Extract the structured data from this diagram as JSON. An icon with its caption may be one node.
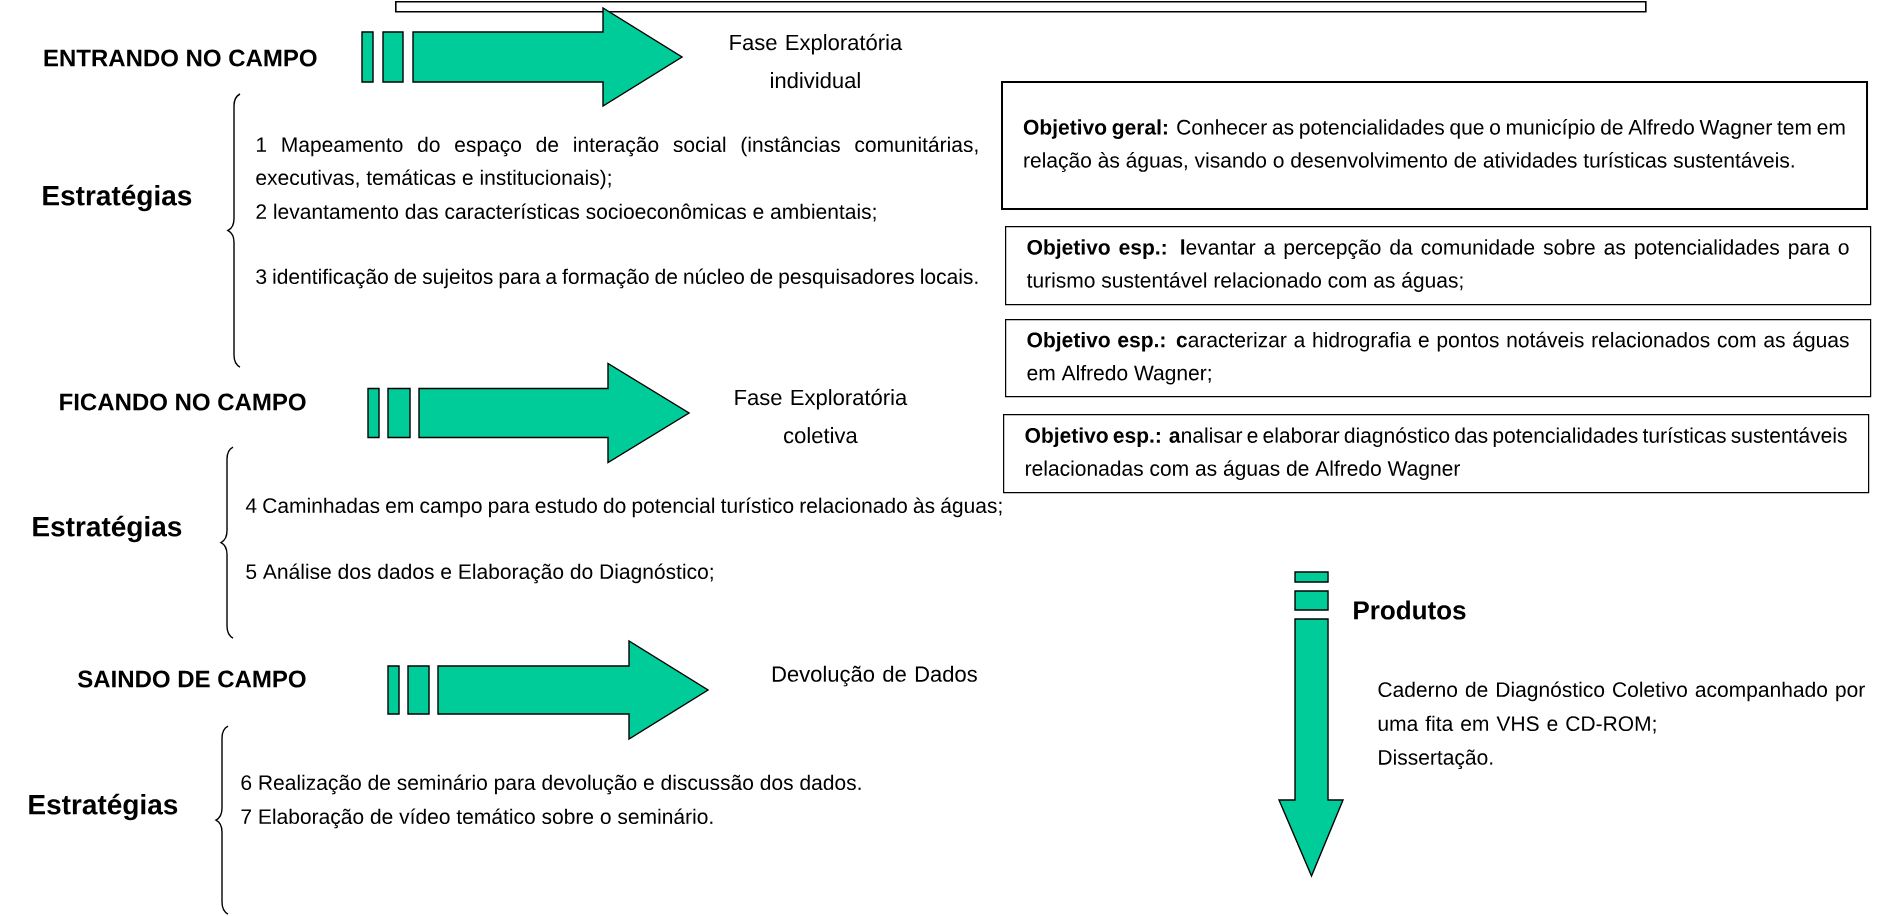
{
  "diagram": {
    "nodes": [
      {
        "text": [],
        "shape": "box"
      },
      {
        "text": [
          "ENTRANDO NO CAMPO"
        ]
      },
      {
        "text": [
          "Fase Exploratória individual"
        ]
      },
      {
        "text": [
          "FICANDO NO CAMPO"
        ]
      },
      {
        "text": [
          "Fase Exploratória coletiva"
        ]
      },
      {
        "text": [
          "SAINDO DE CAMPO"
        ]
      },
      {
        "text": [
          "Devolução de Dados"
        ]
      },
      {
        "text": [
          "**Objetivo geral:** Conhecer as potencialidades que o município de Alfredo Wagner tem em relação às águas, visando o desenvolvimento de atividades turísticas sustentáveis."
        ]
      },
      {
        "text": [
          "**Objetivo esp.: l**evantar a percepção da comunidade sobre as potencialidades para o turismo sustentável relacionado com as águas;"
        ]
      },
      {
        "text": [
          "**Objetivo esp.: c**aracterizar a hidrografia e pontos notáveis relacionados com as águas em Alfredo Wagner;"
        ]
      },
      {
        "text": [
          "**Objetivo esp.: a**nalisar e elaborar diagnóstico das potencialidades turísticas sustentáveis relacionadas com as águas de Alfredo Wagner"
        ]
      }
    ],
    "edges": [
      {
        "from": 1,
        "to": 2,
        "arrow": "to"
      },
      {
        "from": 3,
        "to": 4,
        "arrow": "to"
      },
      {
        "from": 5,
        "to": 6,
        "arrow": "to"
      }
    ],
    "labels": [
      "Estratégias",
      "1 Mapeamento do espaço de interação social (instâncias comunitárias, executivas, temáticas e institucionais);",
      "2 levantamento das características socioeconômicas e ambientais;",
      "3 identificação de sujeitos para a formação de núcleo de pesquisadores locais.",
      "Estratégias",
      "4 Caminhadas em campo para estudo do potencial turístico relacionado às águas;",
      "5 Análise dos dados e Elaboração do Diagnóstico;",
      "Estratégias",
      "6 Realização de seminário para devolução e discussão dos dados.",
      "7 Elaboração de vídeo temático sobre o seminário.",
      "Produtos",
      "Caderno de Diagnóstico Coletivo acompanhado por uma fita em VHS e CD-ROM;",
      "Dissertação."
    ]
  }
}
